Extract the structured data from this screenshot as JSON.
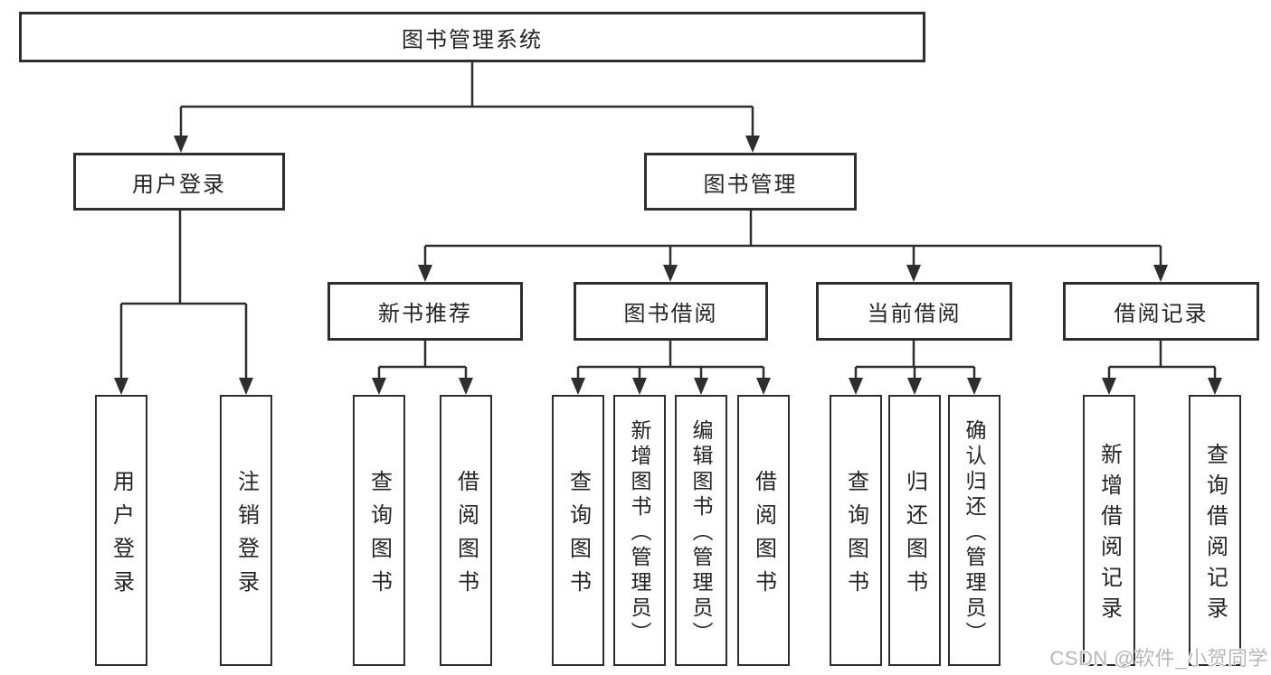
{
  "colors": {
    "line": "#2e2e2e",
    "box_border": "#2e2e2e",
    "box_fill": "#ffffff",
    "text": "#242424",
    "watermark": "#b8b8b8"
  },
  "tree": {
    "root": {
      "label": "图书管理系统"
    },
    "user_login": {
      "label": "用户登录",
      "leaves": [
        "用户登录",
        "注销登录"
      ]
    },
    "book_management": {
      "label": "图书管理",
      "children": [
        {
          "label": "新书推荐",
          "leaves": [
            "查询图书",
            "借阅图书"
          ]
        },
        {
          "label": "图书借阅",
          "leaves": [
            "查询图书",
            "新增图书（管理员）",
            "编辑图书（管理员）",
            "借阅图书"
          ]
        },
        {
          "label": "当前借阅",
          "leaves": [
            "查询图书",
            "归还图书",
            "确认归还（管理员）"
          ]
        },
        {
          "label": "借阅记录",
          "leaves": [
            "新增借阅记录",
            "查询借阅记录"
          ]
        }
      ]
    }
  },
  "watermark": "CSDN @软件_小贺同学"
}
